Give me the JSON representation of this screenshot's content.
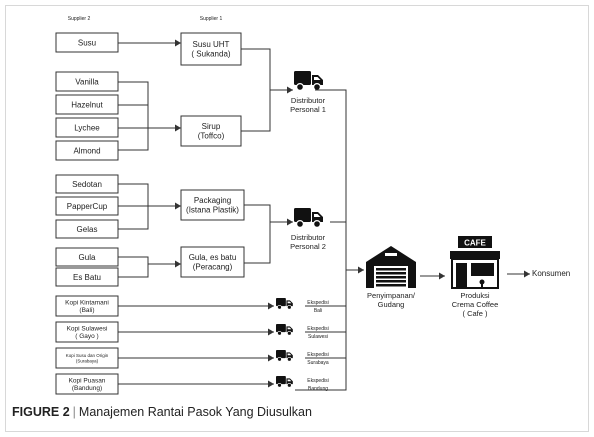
{
  "headers": {
    "supplier2": "Supplier 2",
    "supplier1": "Supplier 1"
  },
  "group1": {
    "s2": [
      "Susu",
      "Vanilla",
      "Hazelnut",
      "Lychee",
      "Almond"
    ],
    "s1": [
      {
        "line1": "Susu UHT",
        "line2": "( Sukanda)"
      },
      {
        "line1": "Sirup",
        "line2": "(Toffco)"
      }
    ],
    "distributor": {
      "line1": "Distributor",
      "line2": "Personal 1"
    }
  },
  "group2": {
    "s2": [
      "Sedotan",
      "PapperCup",
      "Gelas",
      "Gula",
      "Es Batu"
    ],
    "s1": [
      {
        "line1": "Packaging",
        "line2": "(Istana Plastik)"
      },
      {
        "line1": "Gula, es batu",
        "line2": "(Peracang)"
      }
    ],
    "distributor": {
      "line1": "Distributor",
      "line2": "Personal 2"
    }
  },
  "coffee": [
    {
      "line1": "Kopi Kintamani",
      "line2": "(Bali)",
      "exp1": "Ekspedisi",
      "exp2": "Bali"
    },
    {
      "line1": "Kopi Sulawesi",
      "line2": "( Gayo )",
      "exp1": "Ekspedisi",
      "exp2": "Sulawesi"
    },
    {
      "line1": "Kopi Susu dan Origin",
      "line2": "(Surabaya)",
      "exp1": "Ekspedisi",
      "exp2": "Surabaya"
    },
    {
      "line1": "Kopi Puasan",
      "line2": "(Bandung)",
      "exp1": "Ekspedisi",
      "exp2": "Bandung"
    }
  ],
  "warehouse": {
    "line1": "Penyimpanan/",
    "line2": "Gudang"
  },
  "cafe": {
    "sign": "CAFE",
    "line1": "Produksi",
    "line2": "Crema Coffee",
    "line3": "( Cafe )"
  },
  "consumer": "Konsumen",
  "caption": {
    "label": "FIGURE 2",
    "sep": "|",
    "text": "Manajemen Rantai Pasok Yang Diusulkan"
  }
}
